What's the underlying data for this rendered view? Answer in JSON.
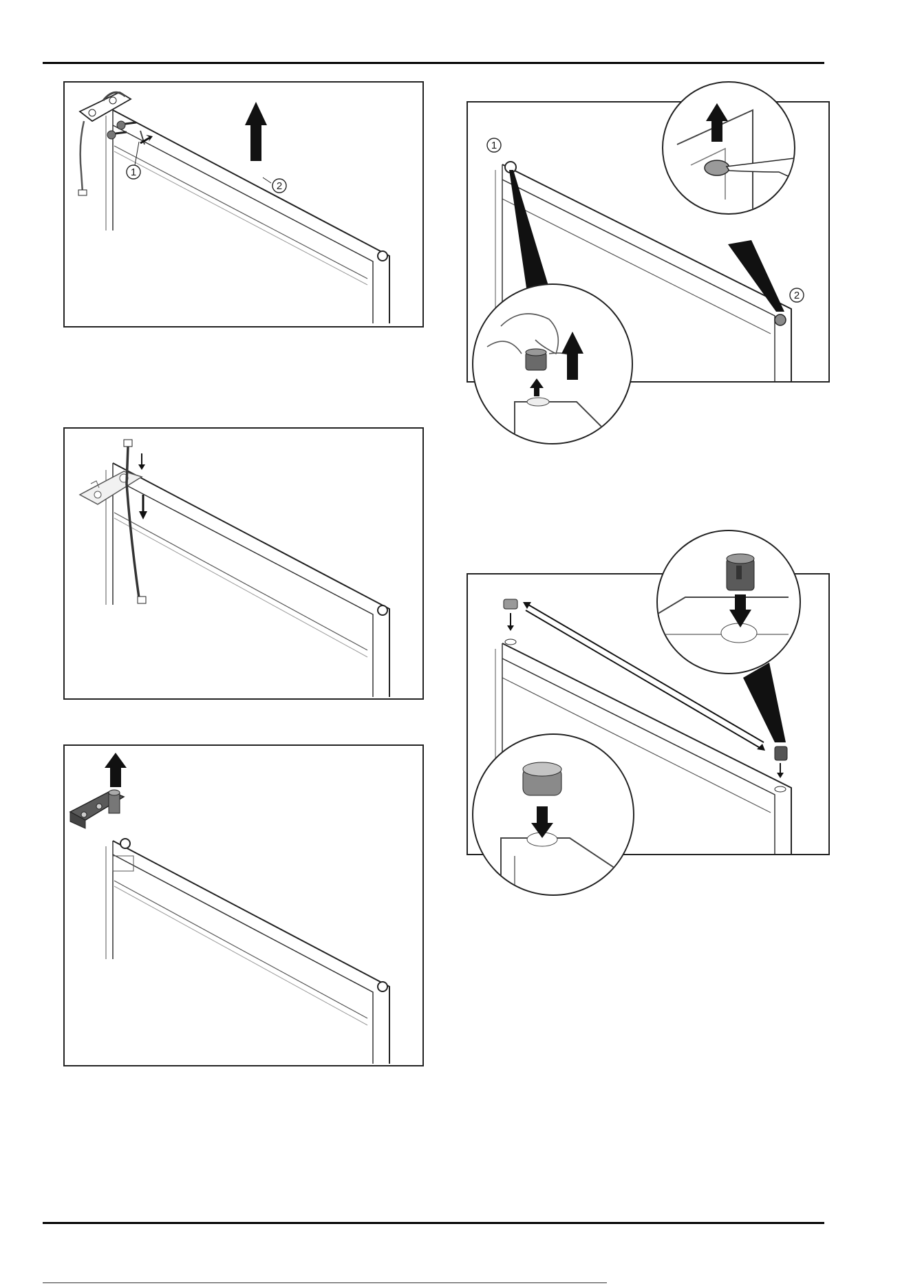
{
  "figures": {
    "fig1": {
      "callouts": [
        "1",
        "2"
      ]
    },
    "fig2": {
      "callouts": []
    },
    "fig3": {
      "callouts": []
    },
    "fig4": {
      "callouts": [
        "1",
        "2"
      ]
    },
    "fig5": {
      "callouts": []
    }
  },
  "colors": {
    "line": "#1a1a1a",
    "part_gray": "#8a8a8a",
    "dark_part": "#555555",
    "light_fill": "#f3f3f3"
  }
}
